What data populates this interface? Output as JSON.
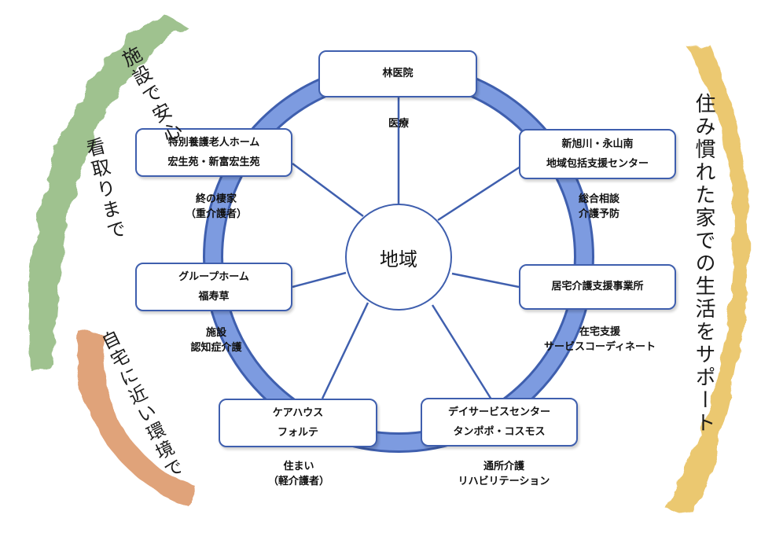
{
  "center": {
    "label": "地域"
  },
  "facilities": [
    {
      "id": "top",
      "lines": [
        "林医院"
      ]
    },
    {
      "id": "upper-right",
      "lines": [
        "新旭川・永山南",
        "地域包括支援センター"
      ]
    },
    {
      "id": "right",
      "lines": [
        "居宅介護支援事業所"
      ]
    },
    {
      "id": "lower-right",
      "lines": [
        "デイサービスセンター",
        "タンポポ・コスモス"
      ]
    },
    {
      "id": "bottom-left",
      "lines": [
        "ケアハウス",
        "フォルテ"
      ]
    },
    {
      "id": "left",
      "lines": [
        "グループホーム",
        "福寿草"
      ]
    },
    {
      "id": "upper-left",
      "lines": [
        "特別養護老人ホーム",
        "宏生苑・新富宏生苑"
      ]
    }
  ],
  "service_labels": [
    {
      "id": "medical",
      "lines": [
        "医療"
      ]
    },
    {
      "id": "consult",
      "lines": [
        "総合相談",
        "介護予防"
      ]
    },
    {
      "id": "homecare",
      "lines": [
        "在宅支援",
        "サービスコーディネート"
      ]
    },
    {
      "id": "daycare",
      "lines": [
        "通所介護",
        "リハビリテーション"
      ]
    },
    {
      "id": "housing",
      "lines": [
        "住まい",
        "（軽介護者）"
      ]
    },
    {
      "id": "dementia",
      "lines": [
        "施設",
        "認知症介護"
      ]
    },
    {
      "id": "final-home",
      "lines": [
        "終の棲家",
        "（重介護者）"
      ]
    }
  ],
  "banners": {
    "green": {
      "col1": "施設で安心",
      "col2": "看取りまで",
      "color": "#7fae6a"
    },
    "orange": {
      "text": "自宅に近い環境で",
      "color": "#d98d5a"
    },
    "yellow": {
      "text": "住み慣れた家での生活をサポート",
      "color": "#e6b94a"
    }
  },
  "colors": {
    "ring": "#6f8fd6",
    "stroke": "#3f5fae"
  }
}
